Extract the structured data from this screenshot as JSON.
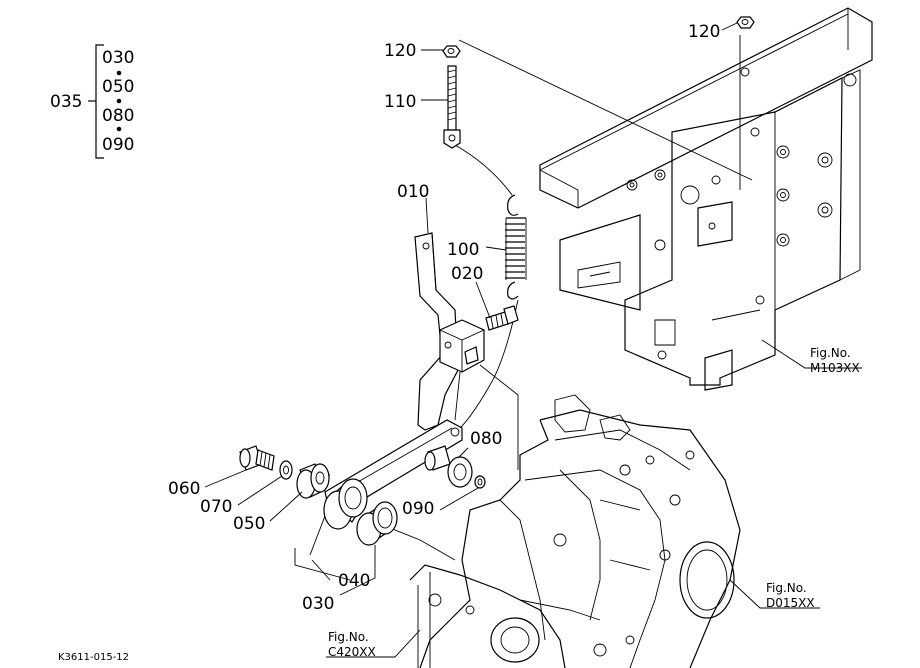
{
  "group": {
    "label": "035",
    "members": [
      "030",
      "050",
      "080",
      "090"
    ]
  },
  "callouts": [
    {
      "id": "120a",
      "text": "120"
    },
    {
      "id": "110",
      "text": "110"
    },
    {
      "id": "120b",
      "text": "120"
    },
    {
      "id": "010",
      "text": "010"
    },
    {
      "id": "100",
      "text": "100"
    },
    {
      "id": "020",
      "text": "020"
    },
    {
      "id": "080",
      "text": "080"
    },
    {
      "id": "060",
      "text": "060"
    },
    {
      "id": "070",
      "text": "070"
    },
    {
      "id": "050",
      "text": "050"
    },
    {
      "id": "090",
      "text": "090"
    },
    {
      "id": "040",
      "text": "040"
    },
    {
      "id": "030",
      "text": "030"
    }
  ],
  "figure_refs": [
    {
      "id": "m103",
      "title": "Fig.No.",
      "code": "M103XX"
    },
    {
      "id": "d015",
      "title": "Fig.No.",
      "code": "D015XX"
    },
    {
      "id": "c420",
      "title": "Fig.No.",
      "code": "C420XX"
    }
  ],
  "footer": {
    "code": "K3611-015-12"
  }
}
